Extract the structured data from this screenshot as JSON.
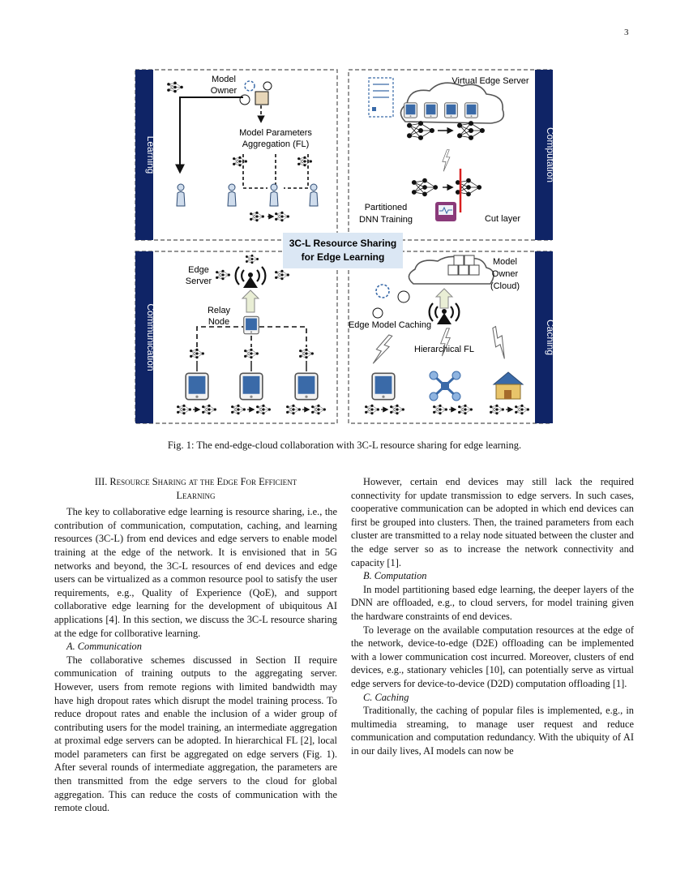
{
  "page_number": "3",
  "figure": {
    "panels": {
      "learning": "Learning",
      "computation": "Computation",
      "communication": "Communication",
      "caching": "Caching"
    },
    "center_label_line1": "3C-L Resource Sharing",
    "center_label_line2": "for Edge Learning",
    "labels": {
      "model_owner_1": "Model",
      "model_owner_2": "Owner",
      "model_params_1": "Model Parameters",
      "model_params_2": "Aggregation (FL)",
      "virtual_edge_server": "Virtual Edge Server",
      "partitioned_1": "Partitioned",
      "partitioned_2": "DNN Training",
      "cut_layer": "Cut layer",
      "edge_1": "Edge",
      "edge_2": "Server",
      "relay_1": "Relay",
      "relay_2": "Node",
      "cloud_1": "Model",
      "cloud_2": "Owner",
      "cloud_3": "(Cloud)",
      "edge_model_caching": "Edge Model Caching",
      "hierarchical_fl": "Hierarchical FL"
    },
    "colors": {
      "panel_bar": "#0f2466",
      "device": "#3a6aa8",
      "center_box": "#dbe7f4",
      "cut_line": "#d81e1e",
      "relay_arrow": "#e9eed5"
    }
  },
  "caption": "Fig. 1: The end-edge-cloud collaboration with 3C-L resource sharing for edge learning.",
  "section": {
    "number": "III.",
    "title_line1": "Resource Sharing at the Edge For Efficient",
    "title_line2": "Learning",
    "intro": "The key to collaborative edge learning is resource sharing, i.e., the contribution of communication, computation, caching, and learning resources (3C-L) from end devices and edge servers to enable model training at the edge of the network. It is envisioned that in 5G networks and beyond, the 3C-L resources of end devices and edge users can be virtualized as a common resource pool to satisfy the user requirements, e.g., Quality of Experience (QoE), and support collaborative edge learning for the development of ubiquitous AI applications [4]. In this section, we discuss the 3C-L resource sharing at the edge for collborative learning."
  },
  "subsections": {
    "a_title": "A.  Communication",
    "a_p1": "The collaborative schemes discussed in Section II require communication of training outputs to the aggregating server. However, users from remote regions with limited bandwidth may have high dropout rates which disrupt the model training process. To reduce dropout rates and enable the inclusion of a wider group of contributing users for the model training, an intermediate aggregation at proximal edge servers can be adopted. In hierarchical FL [2], local model parameters can first be aggregated on edge servers (Fig. 1). After several rounds of intermediate aggregation, the parameters are then transmitted from the edge servers to the cloud for global aggregation. This can reduce the costs of communication with the remote cloud.",
    "a_p2": "However, certain end devices may still lack the required connectivity for update transmission to edge servers. In such cases, cooperative communication can be adopted in which end devices can first be grouped into clusters. Then, the trained parameters from each cluster are transmitted to a relay node situated between the cluster and the edge server so as to increase the network connectivity and capacity [1].",
    "b_title": "B.  Computation",
    "b_p1": "In model partitioning based edge learning, the deeper layers of the DNN are offloaded, e.g., to cloud servers, for model training given the hardware constraints of end devices.",
    "b_p2": "To leverage on the available computation resources at the edge of the network, device-to-edge (D2E) offloading can be implemented with a lower communication cost incurred. Moreover, clusters of end devices, e.g., stationary vehicles [10], can potentially serve as virtual edge servers for device-to-device (D2D) computation offloading [1].",
    "c_title": "C.  Caching",
    "c_p1": "Traditionally, the caching of popular files is implemented, e.g., in multimedia streaming, to manage user request and reduce communication and computation redundancy. With the ubiquity of AI in our daily lives, AI models can now be"
  }
}
